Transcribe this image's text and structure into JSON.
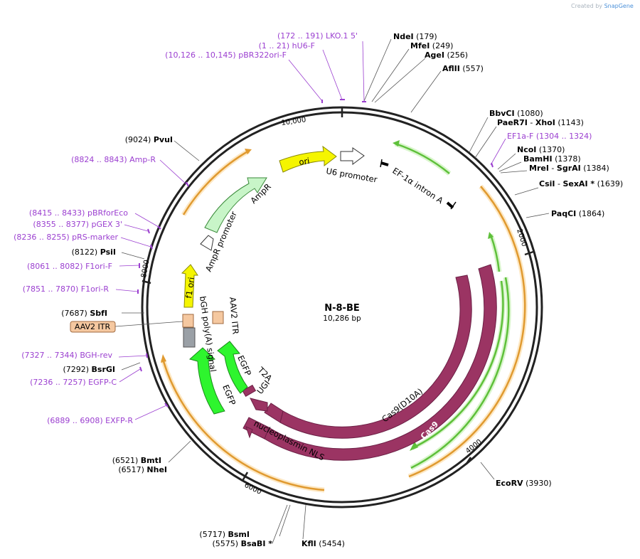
{
  "header": {
    "credit_prefix": "Created by",
    "credit_brand": "SnapGene"
  },
  "map": {
    "name": "N-8-BE",
    "length_label": "10,286 bp",
    "total_bp": 10286,
    "tick_labels": [
      "10,000",
      "2000",
      "4000",
      "6000",
      "8000"
    ],
    "colors": {
      "backbone": "#222222",
      "cas9": "#9b3463",
      "cas9_stroke": "#6b1f45",
      "ori": "#f5f500",
      "amp": "#c8f5c8",
      "egfp": "#2ef52e",
      "itr": "#f5c8a0",
      "bgh": "#9aa0a6",
      "feature_label_purple": "#9b3fd0",
      "orange_track": "#e09a30",
      "green_track": "#5ec03a"
    },
    "right_labels": [
      {
        "name": "NdeI",
        "pos": "(179)",
        "kind": "enzyme"
      },
      {
        "name": "MfeI",
        "pos": "(249)",
        "kind": "enzyme"
      },
      {
        "name": "AgeI",
        "pos": "(256)",
        "kind": "enzyme"
      },
      {
        "name": "AflII",
        "pos": "(557)",
        "kind": "enzyme"
      },
      {
        "name": "BbvCI",
        "pos": "(1080)",
        "kind": "enzyme"
      },
      {
        "name": "PaeR7I",
        "name2": "XhoI",
        "pos": "(1143)",
        "kind": "enzyme"
      },
      {
        "name": "EF1a-F",
        "pos": "(1304 .. 1324)",
        "kind": "primer"
      },
      {
        "name": "NcoI",
        "pos": "(1370)",
        "kind": "enzyme"
      },
      {
        "name": "BamHI",
        "pos": "(1378)",
        "kind": "enzyme"
      },
      {
        "name": "MreI",
        "name2": "SgrAI",
        "pos": "(1384)",
        "kind": "enzyme"
      },
      {
        "name": "CsiI",
        "name2": "SexAI *",
        "pos": "(1639)",
        "kind": "enzyme"
      },
      {
        "name": "PaqCI",
        "pos": "(1864)",
        "kind": "enzyme"
      },
      {
        "name": "EcoRV",
        "pos": "(3930)",
        "kind": "enzyme"
      },
      {
        "name": "KflI",
        "pos": "(5454)",
        "kind": "enzyme"
      }
    ],
    "top_labels": [
      {
        "name": "LKO.1 5'",
        "pos": "(172 .. 191)",
        "kind": "primer"
      },
      {
        "name": "hU6-F",
        "pos": "(1 .. 21)",
        "kind": "primer"
      },
      {
        "name": "pBR322ori-F",
        "pos": "(10,126 .. 10,145)",
        "kind": "primer"
      }
    ],
    "left_labels": [
      {
        "name": "PvuI",
        "pos": "(9024)",
        "kind": "enzyme"
      },
      {
        "name": "Amp-R",
        "pos": "(8824 .. 8843)",
        "kind": "primer"
      },
      {
        "name": "pBRforEco",
        "pos": "(8415 .. 8433)",
        "kind": "primer"
      },
      {
        "name": "pGEX 3'",
        "pos": "(8355 .. 8377)",
        "kind": "primer"
      },
      {
        "name": "pRS-marker",
        "pos": "(8236 .. 8255)",
        "kind": "primer"
      },
      {
        "name": "PsiI",
        "pos": "(8122)",
        "kind": "enzyme"
      },
      {
        "name": "F1ori-F",
        "pos": "(8061 .. 8082)",
        "kind": "primer"
      },
      {
        "name": "F1ori-R",
        "pos": "(7851 .. 7870)",
        "kind": "primer"
      },
      {
        "name": "SbfI",
        "pos": "(7687)",
        "kind": "enzyme"
      },
      {
        "name": "AAV2 ITR",
        "pos": "",
        "kind": "feature-box"
      },
      {
        "name": "BGH-rev",
        "pos": "(7327 .. 7344)",
        "kind": "primer"
      },
      {
        "name": "BsrGI",
        "pos": "(7292)",
        "kind": "enzyme"
      },
      {
        "name": "EGFP-C",
        "pos": "(7236 .. 7257)",
        "kind": "primer"
      },
      {
        "name": "EXFP-R",
        "pos": "(6889 .. 6908)",
        "kind": "primer"
      },
      {
        "name": "BmtI",
        "pos": "(6521)",
        "kind": "enzyme"
      },
      {
        "name": "NheI",
        "pos": "(6517)",
        "kind": "enzyme"
      },
      {
        "name": "BsmI",
        "pos": "(5717)",
        "kind": "enzyme"
      },
      {
        "name": "BsaBI *",
        "pos": "(5575)",
        "kind": "enzyme"
      }
    ],
    "features": {
      "ori": "ori",
      "u6": "U6 promoter",
      "ef1a": "EF-1α intron A",
      "ampr": "AmpR",
      "ampr_promoter": "AmpR promoter",
      "f1ori": "f1 ori",
      "bgh": "bGH poly(A) signal",
      "aav2_itr": "AAV2 ITR",
      "egfp_outer": "EGFP",
      "egfp_inner": "EGFP",
      "t2a": "T2A",
      "ugi": "UGI",
      "cas9_d10a": "Cas9(D10A)",
      "cas9": "Cas9",
      "np_nls": "nucleoplasmin NLS"
    }
  }
}
